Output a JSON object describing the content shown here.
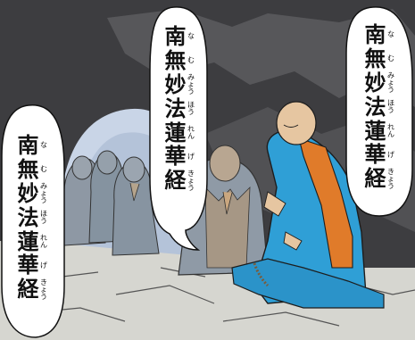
{
  "speech_bubbles": [
    {
      "id": "right",
      "lines": [
        {
          "kanji": "南",
          "ruby": "な"
        },
        {
          "kanji": "無",
          "ruby": "む"
        },
        {
          "kanji": "妙",
          "ruby": "みょう"
        },
        {
          "kanji": "法",
          "ruby": "ほう"
        },
        {
          "kanji": "蓮",
          "ruby": "れん"
        },
        {
          "kanji": "華",
          "ruby": "げ"
        },
        {
          "kanji": "経",
          "ruby": "きょう"
        }
      ]
    },
    {
      "id": "middle",
      "lines": [
        {
          "kanji": "南",
          "ruby": "な"
        },
        {
          "kanji": "無",
          "ruby": "む"
        },
        {
          "kanji": "妙",
          "ruby": "みょう"
        },
        {
          "kanji": "法",
          "ruby": "ほう"
        },
        {
          "kanji": "蓮",
          "ruby": "れん"
        },
        {
          "kanji": "華",
          "ruby": "げ"
        },
        {
          "kanji": "経",
          "ruby": "きょう"
        }
      ]
    },
    {
      "id": "left",
      "lines": [
        {
          "kanji": "南",
          "ruby": "な"
        },
        {
          "kanji": "無",
          "ruby": "む"
        },
        {
          "kanji": "妙",
          "ruby": "みょう"
        },
        {
          "kanji": "法",
          "ruby": "ほう"
        },
        {
          "kanji": "蓮",
          "ruby": "れん"
        },
        {
          "kanji": "華",
          "ruby": "げ"
        },
        {
          "kanji": "経",
          "ruby": "きょう"
        }
      ]
    }
  ],
  "colors": {
    "rock_dark": "#3a3a3c",
    "rock_mid": "#6e6e70",
    "sky": "#c6d3e6",
    "robe_blue": "#2f9fd6",
    "robe_orange": "#e07b2a",
    "skin": "#e9c9a6",
    "grey_monk": "#8d9aa8",
    "floor": "#d9d9d4"
  }
}
